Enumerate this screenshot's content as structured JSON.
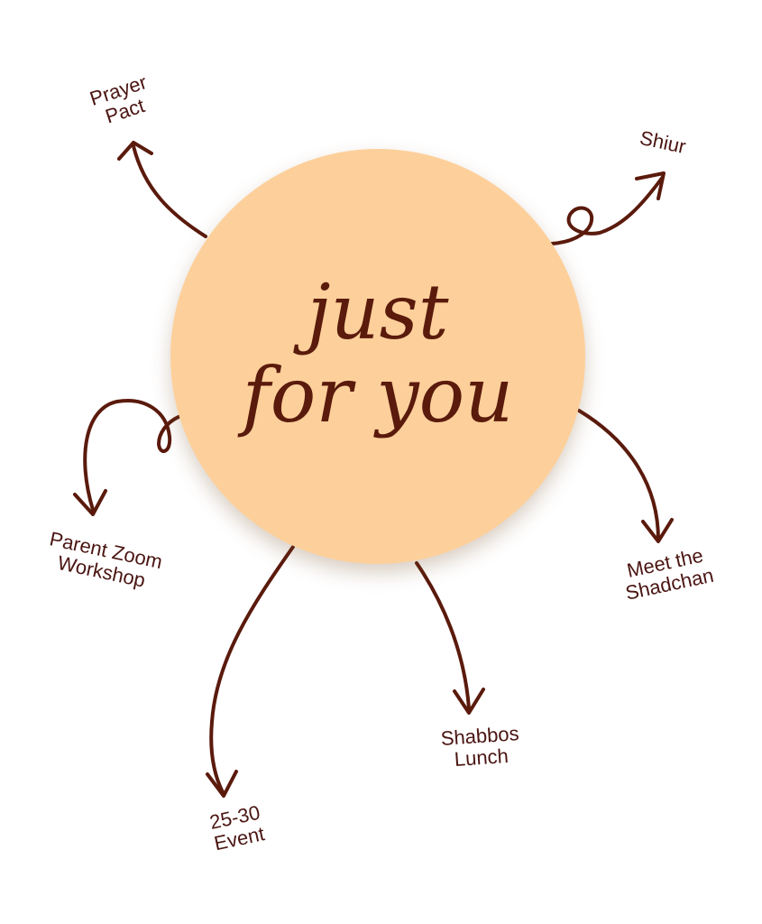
{
  "hub": {
    "line1": "just",
    "line2": "for you"
  },
  "labels": {
    "prayer": [
      "Prayer",
      "Pact"
    ],
    "shiur": [
      "Shiur"
    ],
    "parent": [
      "Parent Zoom",
      "Workshop"
    ],
    "meet": [
      "Meet the",
      "Shadchan"
    ],
    "shabbos": [
      "Shabbos",
      "Lunch"
    ],
    "event": [
      "25-30",
      "Event"
    ]
  },
  "colors": {
    "hub": "#FDD09B",
    "ink": "#5A1A0C",
    "label": "#4A1512"
  }
}
